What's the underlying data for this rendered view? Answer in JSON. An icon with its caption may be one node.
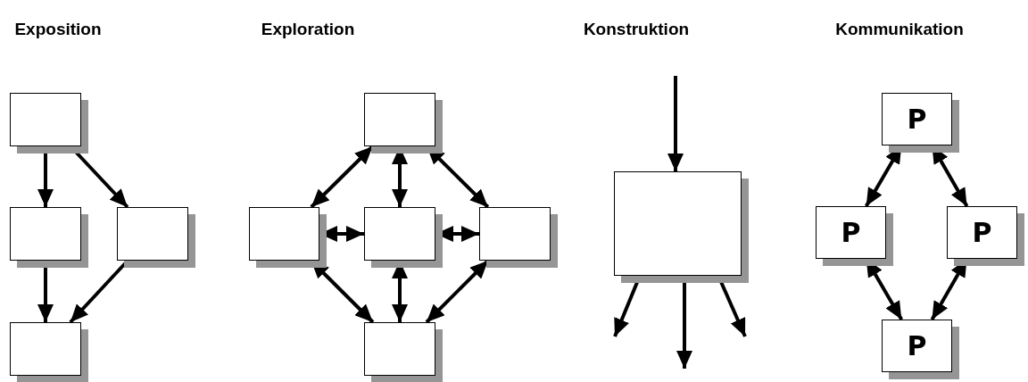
{
  "diagram": {
    "nodes": [
      {
        "text": [],
        "shape": "box"
      },
      {
        "text": [],
        "shape": "box"
      },
      {
        "text": [],
        "shape": "box"
      },
      {
        "text": [],
        "shape": "box"
      },
      {
        "text": [],
        "shape": "box"
      },
      {
        "text": [],
        "shape": "box"
      },
      {
        "text": [],
        "shape": "box"
      },
      {
        "text": [],
        "shape": "box"
      },
      {
        "text": [],
        "shape": "box"
      },
      {
        "text": [],
        "shape": "box"
      },
      {
        "text": [
          "P"
        ]
      },
      {
        "text": [
          "P"
        ]
      },
      {
        "text": [
          "P"
        ]
      },
      {
        "text": [
          "P"
        ]
      }
    ],
    "edges": [
      {
        "from": 0,
        "to": 1,
        "arrow": "to"
      },
      {
        "from": 0,
        "to": 2,
        "arrow": "to"
      },
      {
        "from": 1,
        "to": 3,
        "arrow": "to"
      },
      {
        "from": 2,
        "to": 3,
        "arrow": "to"
      },
      {
        "from": 4,
        "to": 5,
        "arrow": "both"
      },
      {
        "from": 4,
        "to": 6,
        "arrow": "both"
      },
      {
        "from": 4,
        "to": 7,
        "arrow": "both"
      },
      {
        "from": 5,
        "to": 6,
        "arrow": "both"
      },
      {
        "from": 6,
        "to": 7,
        "arrow": "both"
      },
      {
        "from": 5,
        "to": 8,
        "arrow": "both"
      },
      {
        "from": 6,
        "to": 8,
        "arrow": "both"
      },
      {
        "from": 7,
        "to": 8,
        "arrow": "both"
      },
      {
        "from": null,
        "to": 9,
        "arrow": "to"
      },
      {
        "from": 9,
        "to": null,
        "arrow": "to"
      },
      {
        "from": 9,
        "to": null,
        "arrow": "to"
      },
      {
        "from": 9,
        "to": null,
        "arrow": "to"
      },
      {
        "from": 10,
        "to": 11,
        "arrow": "both"
      },
      {
        "from": 10,
        "to": 12,
        "arrow": "both"
      },
      {
        "from": 11,
        "to": 13,
        "arrow": "both"
      },
      {
        "from": 12,
        "to": 13,
        "arrow": "both"
      }
    ],
    "labels": [
      "Exposition",
      "Exploration",
      "Konstruktion",
      "Kommunikation"
    ]
  }
}
